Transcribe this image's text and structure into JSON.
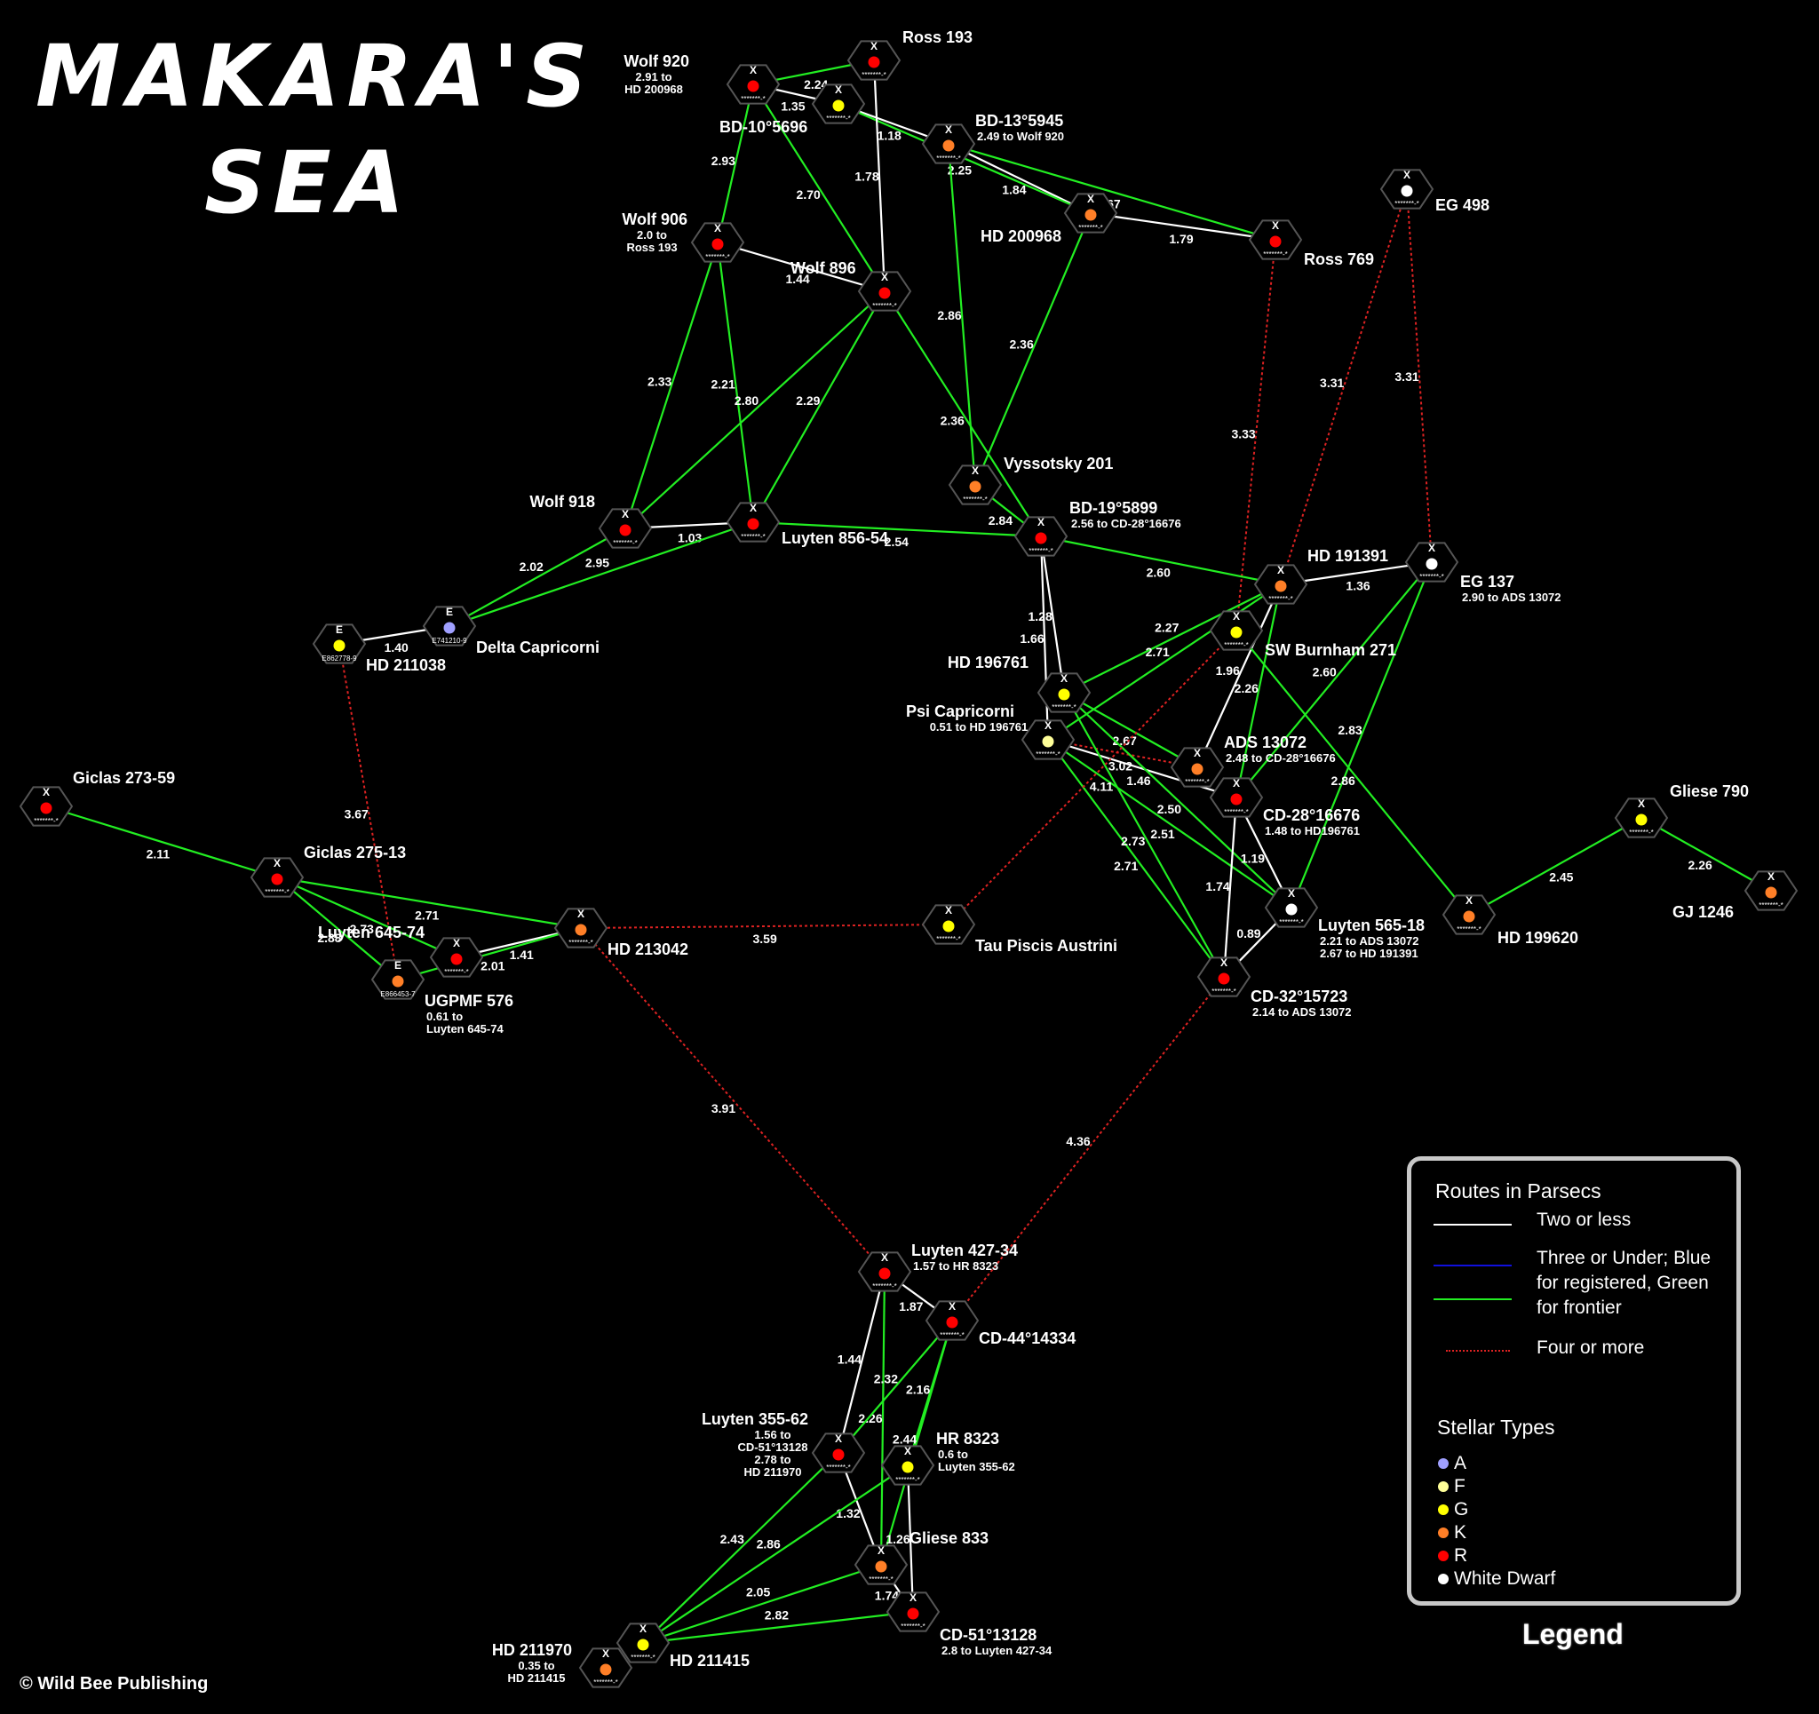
{
  "title": {
    "line1": "MAKARA'S",
    "line2": "SEA"
  },
  "copyright": "© Wild Bee Publishing",
  "colors": {
    "white_route": "#ffffff",
    "green_route": "#22ee22",
    "blue_route": "#1010dd",
    "red_route": "#dd2222",
    "A": "#a0a0ff",
    "F": "#ffff99",
    "G": "#ffff00",
    "K": "#ff7f27",
    "R": "#ff0000",
    "WD": "#ffffff",
    "hex": "#555555"
  },
  "legend": {
    "caption": "Legend",
    "routes_heading": "Routes in Parsecs",
    "two_or_less": "Two or less",
    "three_line1": "Three or Under; Blue",
    "three_line2": "for registered, Green",
    "three_line3": "for frontier",
    "four_or_more": "Four or more",
    "stellar_heading": "Stellar Types",
    "types": [
      {
        "label": "A",
        "key": "A"
      },
      {
        "label": "F",
        "key": "F"
      },
      {
        "label": "G",
        "key": "G"
      },
      {
        "label": "K",
        "key": "K"
      },
      {
        "label": "R",
        "key": "R"
      },
      {
        "label": "White Dwarf",
        "key": "WD"
      }
    ]
  },
  "systems": [
    {
      "id": "wolf920",
      "name": "Wolf 920",
      "sub": [
        "2.91 to",
        "HD 200968"
      ],
      "port": "X",
      "code": "*******-*",
      "type": "R"
    },
    {
      "id": "ross193",
      "name": "Ross 193",
      "sub": [],
      "port": "X",
      "code": "*******-*",
      "type": "R"
    },
    {
      "id": "bd10",
      "name": "BD-10°5696",
      "sub": [],
      "port": "X",
      "code": "*******-*",
      "type": "G"
    },
    {
      "id": "bd13",
      "name": "BD-13°5945",
      "sub": [
        "2.49 to Wolf 920"
      ],
      "port": "X",
      "code": "*******-*",
      "type": "K"
    },
    {
      "id": "hd200968",
      "name": "HD 200968",
      "sub": [],
      "port": "X",
      "code": "*******-*",
      "type": "K"
    },
    {
      "id": "ross769",
      "name": "Ross 769",
      "sub": [],
      "port": "X",
      "code": "*******-*",
      "type": "R"
    },
    {
      "id": "eg498",
      "name": "EG 498",
      "sub": [],
      "port": "X",
      "code": "*******-*",
      "type": "WD"
    },
    {
      "id": "wolf906",
      "name": "Wolf 906",
      "sub": [
        "2.0 to",
        "Ross 193"
      ],
      "port": "X",
      "code": "*******-*",
      "type": "R"
    },
    {
      "id": "wolf896",
      "name": "Wolf 896",
      "sub": [],
      "port": "X",
      "code": "*******-*",
      "type": "R"
    },
    {
      "id": "vys201",
      "name": "Vyssotsky 201",
      "sub": [],
      "port": "X",
      "code": "*******-*",
      "type": "K"
    },
    {
      "id": "wolf918",
      "name": "Wolf 918",
      "sub": [],
      "port": "X",
      "code": "*******-*",
      "type": "R"
    },
    {
      "id": "luy856",
      "name": "Luyten 856-54",
      "sub": [],
      "port": "X",
      "code": "*******-*",
      "type": "R"
    },
    {
      "id": "bd19",
      "name": "BD-19°5899",
      "sub": [
        "2.56 to CD-28°16676"
      ],
      "port": "X",
      "code": "*******-*",
      "type": "R"
    },
    {
      "id": "hd191391",
      "name": "HD 191391",
      "sub": [],
      "port": "X",
      "code": "*******-*",
      "type": "K"
    },
    {
      "id": "eg137",
      "name": "EG 137",
      "sub": [
        "2.90 to ADS 13072"
      ],
      "port": "X",
      "code": "*******-*",
      "type": "WD"
    },
    {
      "id": "swb271",
      "name": "SW Burnham 271",
      "sub": [],
      "port": "X",
      "code": "*******-*",
      "type": "G"
    },
    {
      "id": "hd211038",
      "name": "HD 211038",
      "sub": [],
      "port": "E",
      "code": "E862778-9",
      "type": "G"
    },
    {
      "id": "deltacap",
      "name": "Delta Capricorni",
      "sub": [],
      "port": "E",
      "code": "E741210-9",
      "type": "A"
    },
    {
      "id": "hd196761",
      "name": "HD 196761",
      "sub": [],
      "port": "X",
      "code": "*******-*",
      "type": "G"
    },
    {
      "id": "psicap",
      "name": "Psi Capricorni",
      "sub": [
        "0.51 to HD 196761"
      ],
      "port": "X",
      "code": "*******-*",
      "type": "F"
    },
    {
      "id": "ads13072",
      "name": "ADS 13072",
      "sub": [
        "2.48 to CD-28°16676"
      ],
      "port": "X",
      "code": "*******-*",
      "type": "K"
    },
    {
      "id": "cd28",
      "name": "CD-28°16676",
      "sub": [
        "1.48 to HD196761"
      ],
      "port": "X",
      "code": "*******-*",
      "type": "R"
    },
    {
      "id": "luy565",
      "name": "Luyten 565-18",
      "sub": [
        "2.21 to ADS 13072",
        "2.67 to HD 191391"
      ],
      "port": "X",
      "code": "*******-*",
      "type": "WD"
    },
    {
      "id": "cd32",
      "name": "CD-32°15723",
      "sub": [
        "2.14 to ADS 13072"
      ],
      "port": "X",
      "code": "*******-*",
      "type": "R"
    },
    {
      "id": "gliese790",
      "name": "Gliese 790",
      "sub": [],
      "port": "X",
      "code": "*******-*",
      "type": "G"
    },
    {
      "id": "gj1246",
      "name": "GJ 1246",
      "sub": [],
      "port": "X",
      "code": "*******-*",
      "type": "K"
    },
    {
      "id": "hd199620",
      "name": "HD 199620",
      "sub": [],
      "port": "X",
      "code": "*******-*",
      "type": "K"
    },
    {
      "id": "giclas273",
      "name": "Giclas 273-59",
      "sub": [],
      "port": "X",
      "code": "*******-*",
      "type": "R"
    },
    {
      "id": "giclas275",
      "name": "Giclas 275-13",
      "sub": [],
      "port": "X",
      "code": "*******-*",
      "type": "R"
    },
    {
      "id": "luy645",
      "name": "Luyten 645-74",
      "sub": [],
      "port": "X",
      "code": "*******-*",
      "type": "R"
    },
    {
      "id": "ugpmf576",
      "name": "UGPMF 576",
      "sub": [
        "0.61 to",
        "Luyten 645-74"
      ],
      "port": "E",
      "code": "E866453-7",
      "type": "K"
    },
    {
      "id": "hd213042",
      "name": "HD 213042",
      "sub": [],
      "port": "X",
      "code": "*******-*",
      "type": "K"
    },
    {
      "id": "taupsa",
      "name": "Tau Piscis Austrini",
      "sub": [],
      "port": "X",
      "code": "*******-*",
      "type": "G"
    },
    {
      "id": "luy427",
      "name": "Luyten 427-34",
      "sub": [
        "1.57 to HR 8323"
      ],
      "port": "X",
      "code": "*******-*",
      "type": "R"
    },
    {
      "id": "cd44",
      "name": "CD-44°14334",
      "sub": [],
      "port": "X",
      "code": "*******-*",
      "type": "R"
    },
    {
      "id": "luy355",
      "name": "Luyten 355-62",
      "sub": [
        "1.56 to",
        "CD-51°13128",
        "2.78 to",
        "HD 211970"
      ],
      "port": "X",
      "code": "*******-*",
      "type": "R"
    },
    {
      "id": "hr8323",
      "name": "HR 8323",
      "sub": [
        "0.6 to",
        "Luyten 355-62"
      ],
      "port": "X",
      "code": "*******-*",
      "type": "G"
    },
    {
      "id": "gliese833",
      "name": "Gliese 833",
      "sub": [],
      "port": "X",
      "code": "*******-*",
      "type": "K"
    },
    {
      "id": "cd51",
      "name": "CD-51°13128",
      "sub": [
        "2.8 to Luyten 427-34"
      ],
      "port": "X",
      "code": "*******-*",
      "type": "R"
    },
    {
      "id": "hd211970",
      "name": "HD 211970",
      "sub": [
        "0.35 to",
        "HD 211415"
      ],
      "port": "X",
      "code": "*******-*",
      "type": "K"
    },
    {
      "id": "hd211415",
      "name": "HD 211415",
      "sub": [],
      "port": "X",
      "code": "*******-*",
      "type": "G"
    }
  ],
  "routes": [
    {
      "from": "wolf920",
      "to": "ross193",
      "dist": "2.24",
      "kind": "green"
    },
    {
      "from": "wolf920",
      "to": "bd10",
      "dist": "1.35",
      "kind": "white"
    },
    {
      "from": "bd10",
      "to": "bd13",
      "dist": "1.18",
      "kind": "white"
    },
    {
      "from": "bd13",
      "to": "hd200968",
      "dist": "1.84",
      "kind": "white"
    },
    {
      "from": "hd200968",
      "to": "ross769",
      "dist": "1.79",
      "kind": "white"
    },
    {
      "from": "bd13",
      "to": "ross769",
      "dist": "2.67",
      "kind": "green"
    },
    {
      "from": "bd10",
      "to": "hd200968",
      "dist": "2.25",
      "kind": "green"
    },
    {
      "from": "wolf920",
      "to": "wolf906",
      "dist": "2.93",
      "kind": "green"
    },
    {
      "from": "wolf920",
      "to": "wolf896",
      "dist": "2.70",
      "kind": "green"
    },
    {
      "from": "ross193",
      "to": "wolf896",
      "dist": "1.78",
      "kind": "white"
    },
    {
      "from": "wolf906",
      "to": "wolf896",
      "dist": "1.44",
      "kind": "white"
    },
    {
      "from": "bd13",
      "to": "vys201",
      "dist": "2.86",
      "kind": "green"
    },
    {
      "from": "hd200968",
      "to": "vys201",
      "dist": "2.36",
      "kind": "green"
    },
    {
      "from": "wolf906",
      "to": "luy856",
      "dist": "2.21",
      "kind": "green"
    },
    {
      "from": "wolf906",
      "to": "wolf918",
      "dist": "2.33",
      "kind": "green"
    },
    {
      "from": "wolf896",
      "to": "wolf918",
      "dist": "2.80",
      "kind": "green"
    },
    {
      "from": "wolf896",
      "to": "luy856",
      "dist": "2.29",
      "kind": "green"
    },
    {
      "from": "wolf896",
      "to": "bd19",
      "dist": "2.36",
      "kind": "green"
    },
    {
      "from": "ross769",
      "to": "swb271",
      "dist": "3.33",
      "kind": "red"
    },
    {
      "from": "eg498",
      "to": "hd191391",
      "dist": "3.31",
      "kind": "red"
    },
    {
      "from": "eg498",
      "to": "eg137",
      "dist": "3.31",
      "kind": "red"
    },
    {
      "from": "wolf918",
      "to": "luy856",
      "dist": "1.03",
      "kind": "white"
    },
    {
      "from": "luy856",
      "to": "bd19",
      "dist": "2.54",
      "kind": "green"
    },
    {
      "from": "vys201",
      "to": "bd19",
      "dist": "2.84",
      "kind": "green"
    },
    {
      "from": "wolf918",
      "to": "deltacap",
      "dist": "2.02",
      "kind": "green"
    },
    {
      "from": "luy856",
      "to": "deltacap",
      "dist": "2.95",
      "kind": "green"
    },
    {
      "from": "hd211038",
      "to": "deltacap",
      "dist": "1.40",
      "kind": "white"
    },
    {
      "from": "bd19",
      "to": "hd191391",
      "dist": "2.60",
      "kind": "green"
    },
    {
      "from": "bd19",
      "to": "psicap",
      "dist": "1.66",
      "kind": "white"
    },
    {
      "from": "bd19",
      "to": "hd196761",
      "dist": "1.28",
      "kind": "white"
    },
    {
      "from": "hd191391",
      "to": "eg137",
      "dist": "1.36",
      "kind": "white"
    },
    {
      "from": "hd191391",
      "to": "hd196761",
      "dist": "2.27",
      "kind": "green"
    },
    {
      "from": "hd191391",
      "to": "psicap",
      "dist": "2.71",
      "kind": "green"
    },
    {
      "from": "hd191391",
      "to": "ads13072",
      "dist": "1.96",
      "kind": "white"
    },
    {
      "from": "hd191391",
      "to": "cd28",
      "dist": "2.26",
      "kind": "green"
    },
    {
      "from": "eg137",
      "to": "cd28",
      "dist": "2.60",
      "kind": "green"
    },
    {
      "from": "eg137",
      "to": "luy565",
      "dist": "2.83",
      "kind": "green"
    },
    {
      "from": "swb271",
      "to": "hd199620",
      "dist": "2.86",
      "kind": "green"
    },
    {
      "from": "hd196761",
      "to": "ads13072",
      "dist": "2.67",
      "kind": "green"
    },
    {
      "from": "psicap",
      "to": "ads13072",
      "dist": "3.02",
      "kind": "red"
    },
    {
      "from": "psicap",
      "to": "cd28",
      "dist": "1.46",
      "kind": "white"
    },
    {
      "from": "hd196761",
      "to": "luy565",
      "dist": "2.50",
      "kind": "green"
    },
    {
      "from": "psicap",
      "to": "luy565",
      "dist": "2.51",
      "kind": "green"
    },
    {
      "from": "psicap",
      "to": "cd32",
      "dist": "2.71",
      "kind": "green"
    },
    {
      "from": "hd196761",
      "to": "cd32",
      "dist": "2.73",
      "kind": "green"
    },
    {
      "from": "cd28",
      "to": "luy565",
      "dist": "1.19",
      "kind": "white"
    },
    {
      "from": "cd28",
      "to": "cd32",
      "dist": "1.74",
      "kind": "white"
    },
    {
      "from": "luy565",
      "to": "cd32",
      "dist": "0.89",
      "kind": "white"
    },
    {
      "from": "hd199620",
      "to": "gliese790",
      "dist": "2.45",
      "kind": "green"
    },
    {
      "from": "gliese790",
      "to": "gj1246",
      "dist": "2.26",
      "kind": "green"
    },
    {
      "from": "hd211038",
      "to": "ugpmf576",
      "dist": "3.67",
      "kind": "red"
    },
    {
      "from": "giclas273",
      "to": "giclas275",
      "dist": "2.11",
      "kind": "green"
    },
    {
      "from": "giclas275",
      "to": "hd213042",
      "dist": "2.71",
      "kind": "green"
    },
    {
      "from": "giclas275",
      "to": "luy645",
      "dist": "2.73",
      "kind": "green"
    },
    {
      "from": "giclas275",
      "to": "ugpmf576",
      "dist": "2.88",
      "kind": "green"
    },
    {
      "from": "luy645",
      "to": "hd213042",
      "dist": "1.41",
      "kind": "white"
    },
    {
      "from": "ugpmf576",
      "to": "hd213042",
      "dist": "2.01",
      "kind": "green"
    },
    {
      "from": "hd213042",
      "to": "taupsa",
      "dist": "3.59",
      "kind": "red"
    },
    {
      "from": "taupsa",
      "to": "swb271",
      "dist": "4.11",
      "kind": "red"
    },
    {
      "from": "hd213042",
      "to": "luy427",
      "dist": "3.91",
      "kind": "red"
    },
    {
      "from": "cd32",
      "to": "cd44",
      "dist": "4.36",
      "kind": "red"
    },
    {
      "from": "luy427",
      "to": "cd44",
      "dist": "1.87",
      "kind": "white"
    },
    {
      "from": "luy427",
      "to": "luy355",
      "dist": "1.44",
      "kind": "white"
    },
    {
      "from": "luy427",
      "to": "gliese833",
      "dist": "2.26",
      "kind": "green"
    },
    {
      "from": "cd44",
      "to": "luy355",
      "dist": "2.32",
      "kind": "green"
    },
    {
      "from": "cd44",
      "to": "hr8323",
      "dist": "2.16",
      "kind": "green"
    },
    {
      "from": "cd44",
      "to": "gliese833",
      "dist": "2.44",
      "kind": "green"
    },
    {
      "from": "luy355",
      "to": "gliese833",
      "dist": "1.32",
      "kind": "white"
    },
    {
      "from": "hr8323",
      "to": "cd51",
      "dist": "1.26",
      "kind": "white"
    },
    {
      "from": "luy355",
      "to": "hd211415",
      "dist": "2.43",
      "kind": "green"
    },
    {
      "from": "hr8323",
      "to": "hd211415",
      "dist": "2.86",
      "kind": "green"
    },
    {
      "from": "gliese833",
      "to": "hd211415",
      "dist": "2.05",
      "kind": "green"
    },
    {
      "from": "gliese833",
      "to": "cd51",
      "dist": "1.74",
      "kind": "white"
    },
    {
      "from": "cd51",
      "to": "hd211415",
      "dist": "2.82",
      "kind": "green"
    }
  ]
}
